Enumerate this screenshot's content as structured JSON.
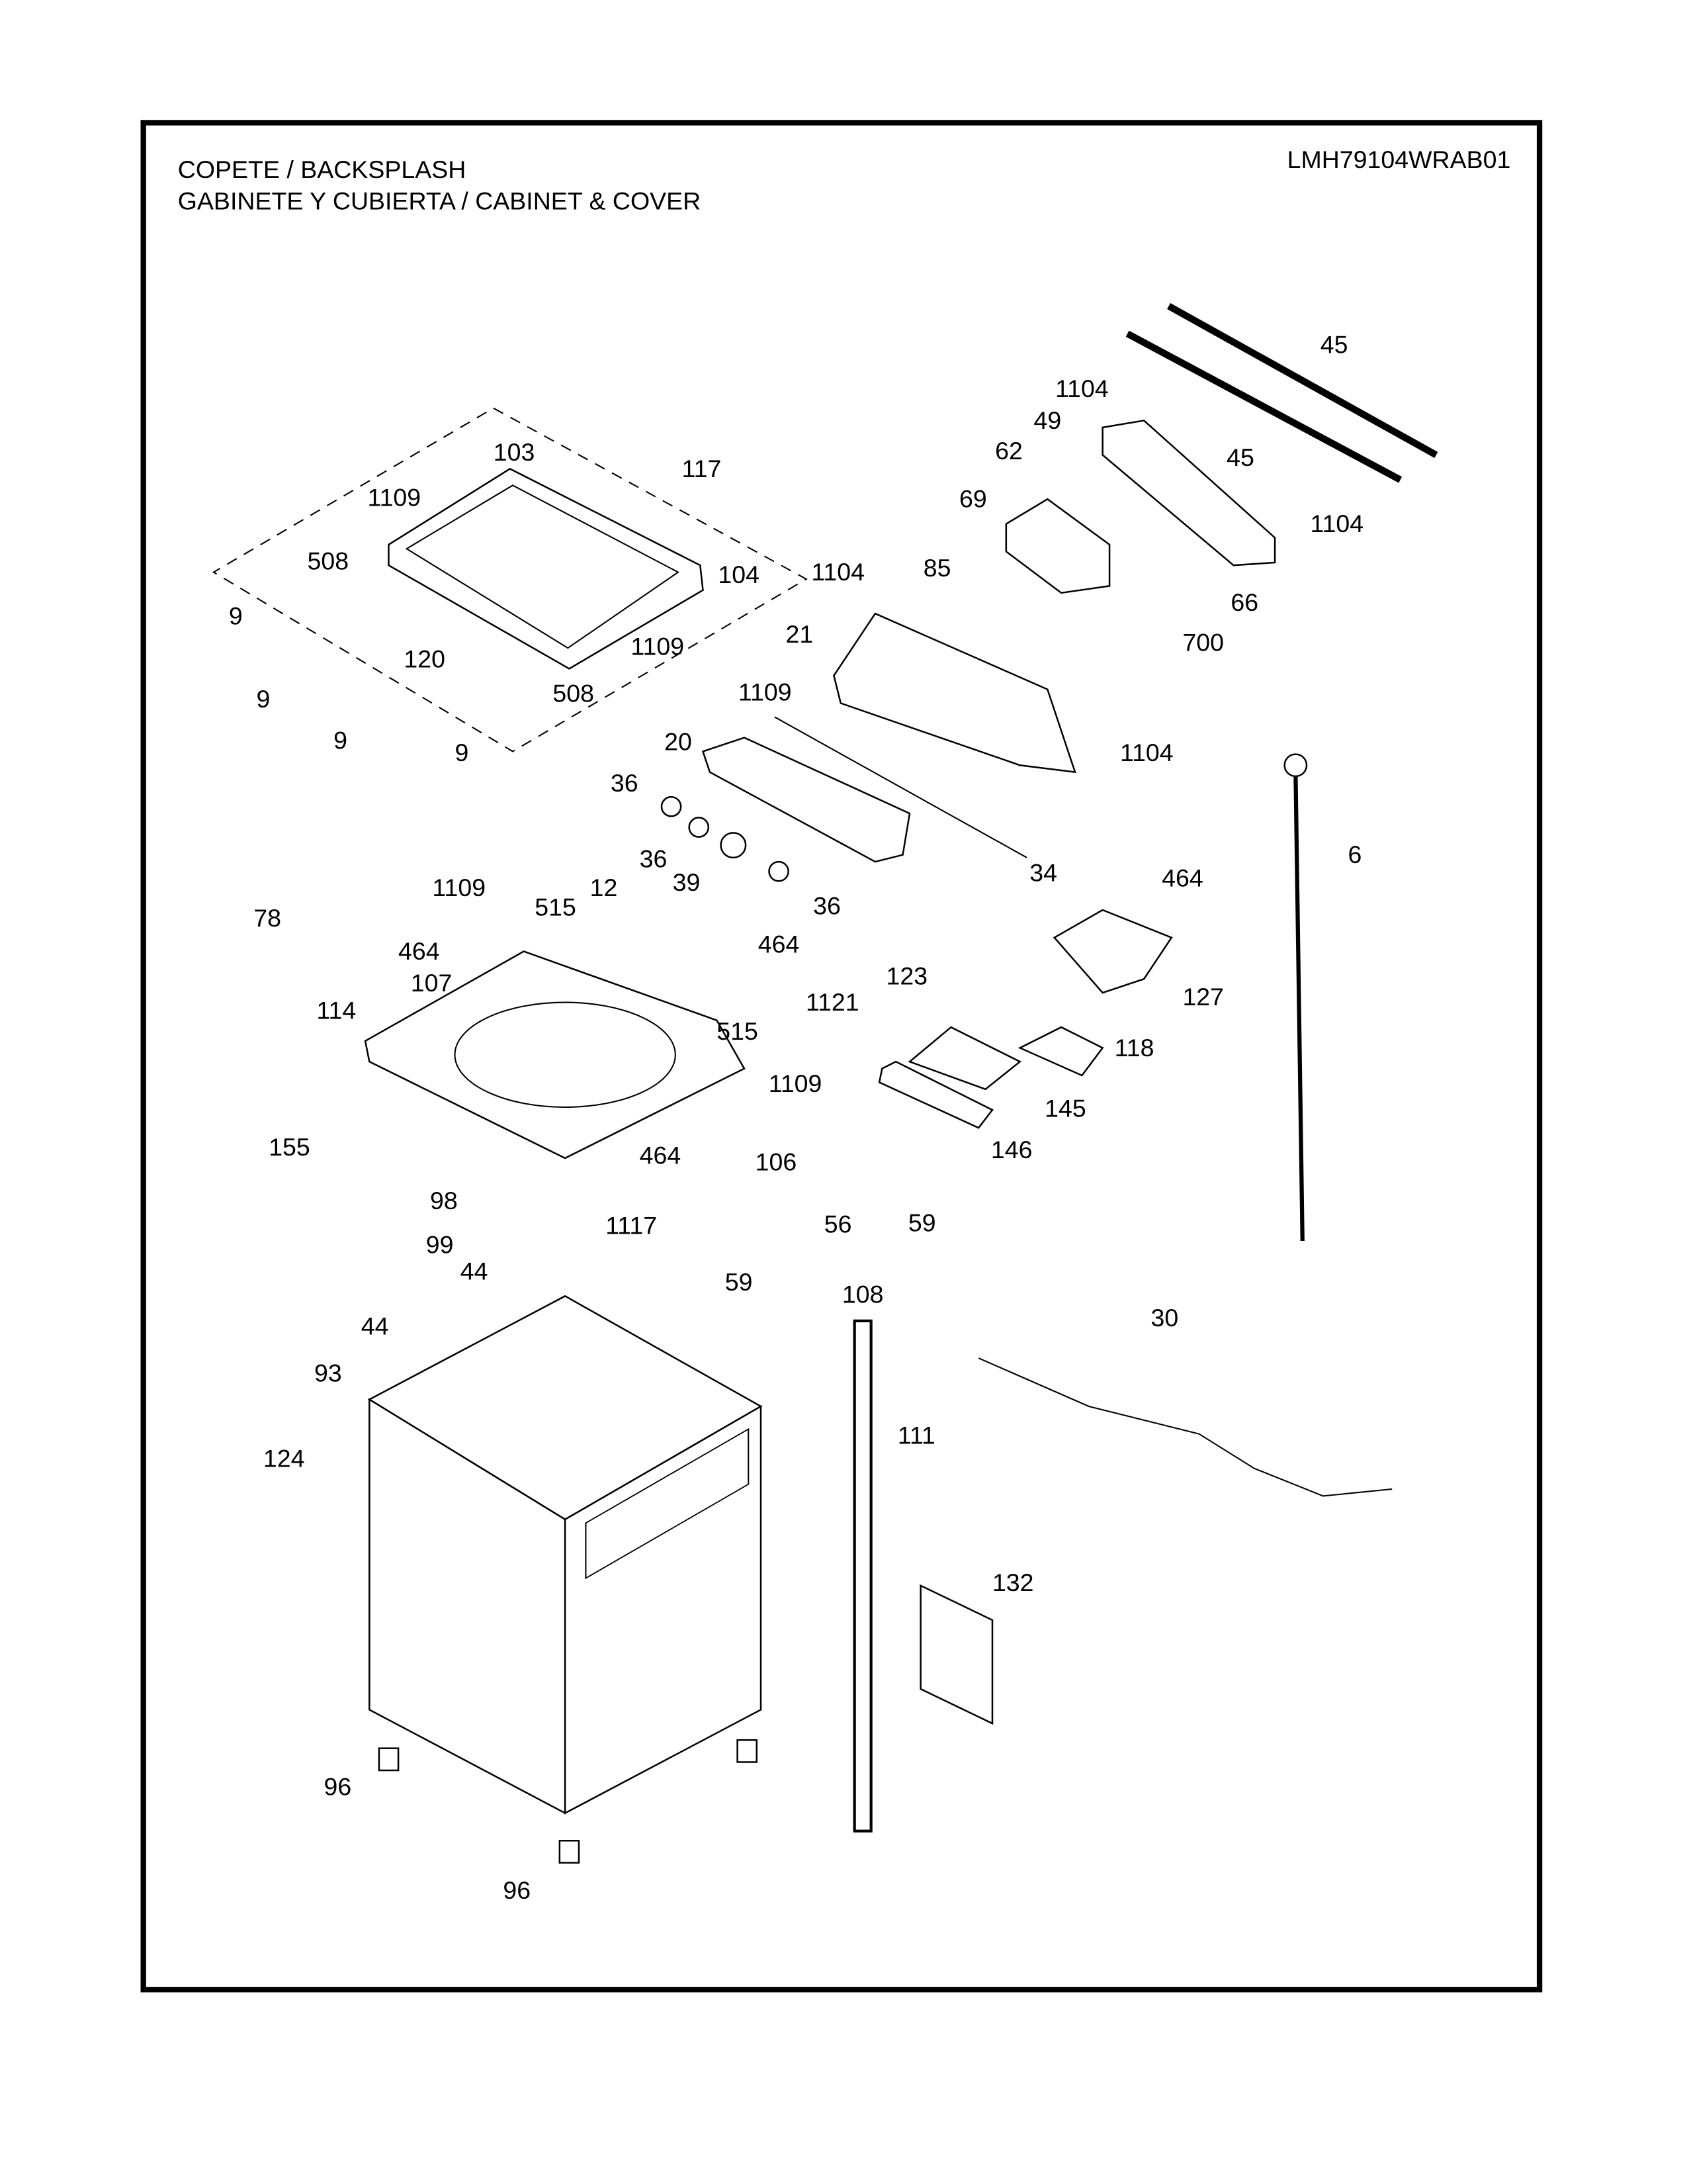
{
  "header": {
    "title_line1": "COPETE / BACKSPLASH",
    "title_line2": "GABINETE Y CUBIERTA / CABINET & COVER",
    "model": "LMH79104WRAB01"
  },
  "callouts": [
    "45",
    "1104",
    "49",
    "45",
    "62",
    "1104",
    "69",
    "85",
    "1104",
    "66",
    "21",
    "700",
    "1109",
    "1104",
    "20",
    "36",
    "36",
    "39",
    "36",
    "34",
    "6",
    "464",
    "1109",
    "515",
    "12",
    "464",
    "78",
    "464",
    "107",
    "1121",
    "123",
    "127",
    "114",
    "515",
    "118",
    "1109",
    "145",
    "155",
    "464",
    "106",
    "146",
    "98",
    "56",
    "59",
    "1117",
    "99",
    "44",
    "59",
    "108",
    "44",
    "30",
    "93",
    "111",
    "124",
    "132",
    "96",
    "96",
    "117",
    "103",
    "1109",
    "508",
    "104",
    "9",
    "1109",
    "120",
    "508",
    "9",
    "9",
    "9"
  ]
}
